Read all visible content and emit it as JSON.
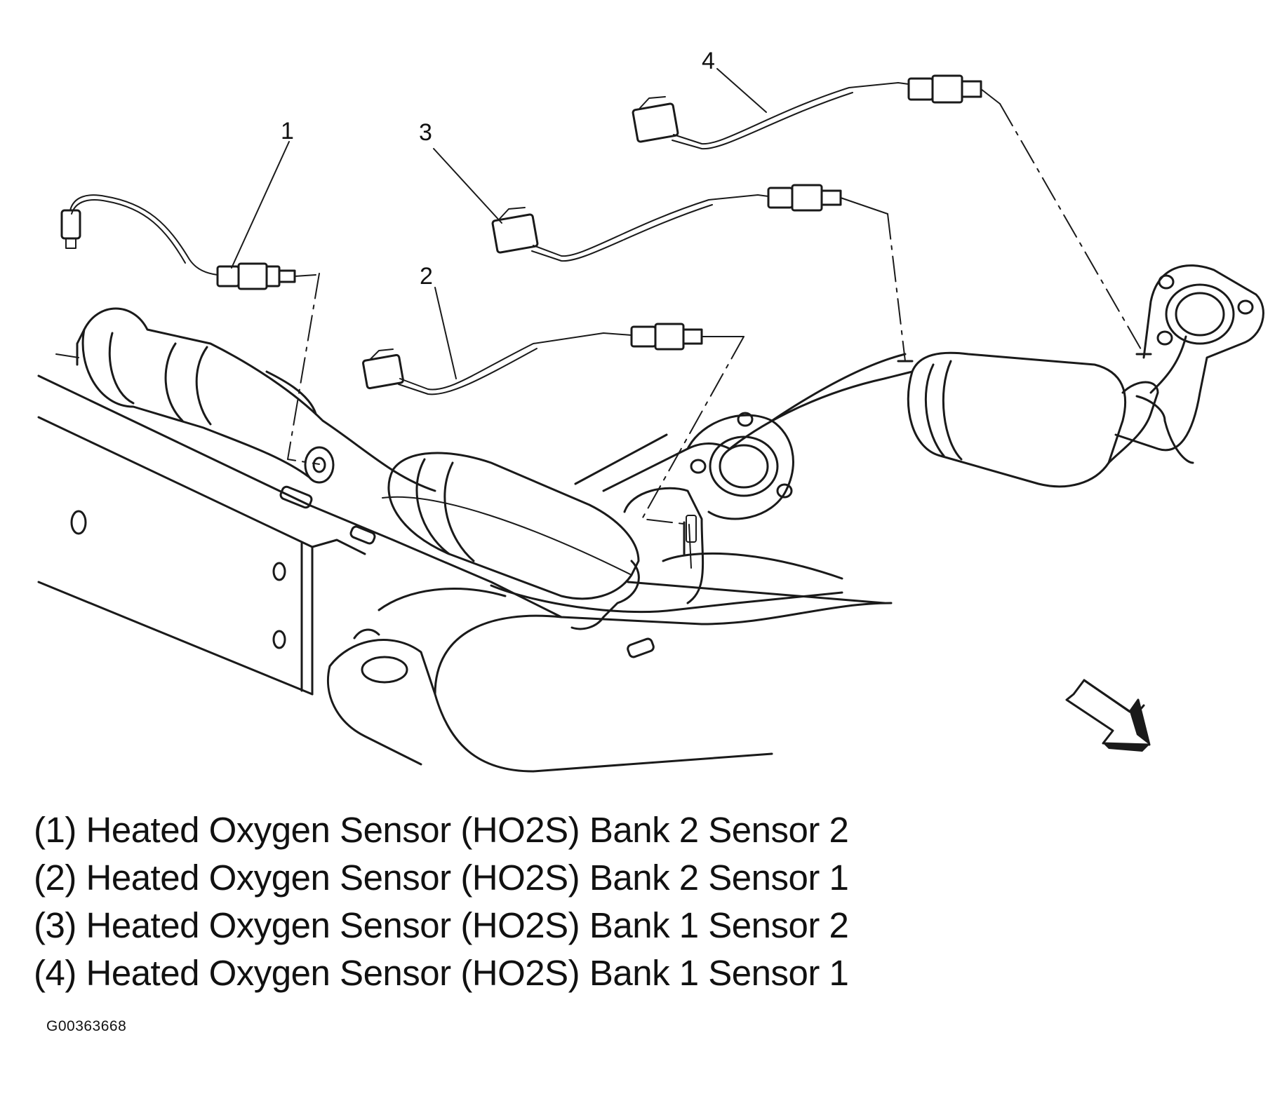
{
  "callouts": [
    "1",
    "2",
    "3",
    "4"
  ],
  "legend": [
    "(1) Heated Oxygen Sensor (HO2S) Bank 2 Sensor 2",
    "(2) Heated Oxygen Sensor (HO2S) Bank 2 Sensor 1",
    "(3) Heated Oxygen Sensor (HO2S) Bank 1 Sensor 2",
    "(4) Heated Oxygen Sensor (HO2S) Bank 1 Sensor 1"
  ],
  "figure_id": "G00363668",
  "icons": [
    "direction-arrow-icon"
  ]
}
